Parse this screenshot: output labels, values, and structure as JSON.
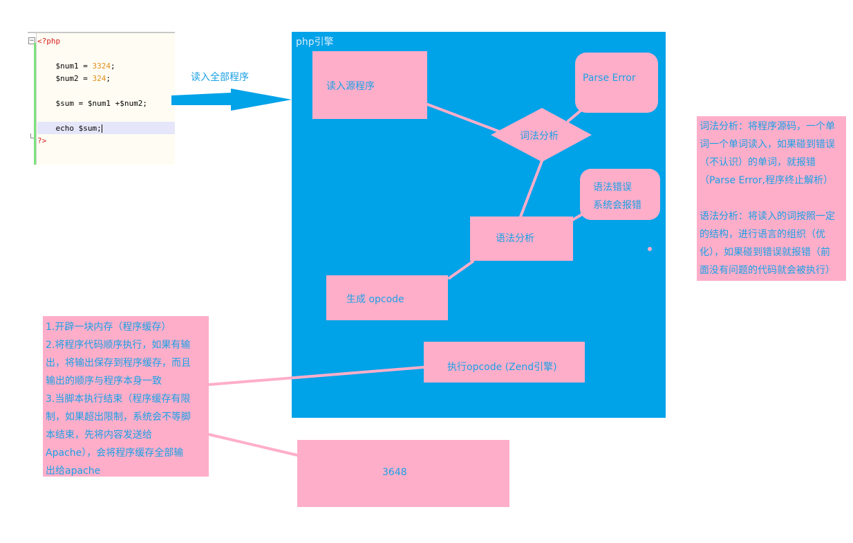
{
  "code": {
    "lines": [
      "<?php",
      "",
      "    $num1 = 3324;",
      "    $num2 = 324;",
      "",
      "    $sum = $num1 +$num2;",
      "",
      "    echo $sum;",
      "?>"
    ]
  },
  "arrow_label": "读入全部程序",
  "engine": {
    "title": "php引擎",
    "read_source": "读入源程序",
    "parse_error": "Parse Error",
    "lexical": "词法分析",
    "syntax_error_lines": [
      "语法错误",
      "系统会报错"
    ],
    "syntax": "语法分析",
    "generate": "生成 opcode",
    "execute": "执行opcode (Zend引擎)"
  },
  "notes_right": {
    "lexical_lines": [
      "词法分析：将程序源码，一个单",
      "词一个单词读入，如果碰到错误",
      "（不认识）的单词，就报错",
      "（Parse Error,程序终止解析）"
    ],
    "syntax_lines": [
      "语法分析：将读入的词按照一定",
      "的结构，进行语言的组织（优",
      "化），如果碰到错误就报错（前",
      "面没有问题的代码就会被执行）"
    ]
  },
  "notes_left": {
    "lines": [
      "1.开辟一块内存（程序缓存）",
      "2.将程序代码顺序执行，如果有输",
      "出，将输出保存到程序缓存，而且",
      "输出的顺序与程序本身一致",
      "3.当脚本执行结束（程序缓存有限",
      "制，如果超出限制，系统会不等脚",
      "本结束，先将内容发送给",
      "Apache），会将程序缓存全部输",
      "出给apache"
    ]
  },
  "output_box": "3648",
  "colors": {
    "engine_bg": "#00a2e8",
    "box_fill": "#ffaec9",
    "text_blue": "#1aa0e6",
    "arrow": "#00a2e8",
    "connector": "#ffaec9"
  }
}
